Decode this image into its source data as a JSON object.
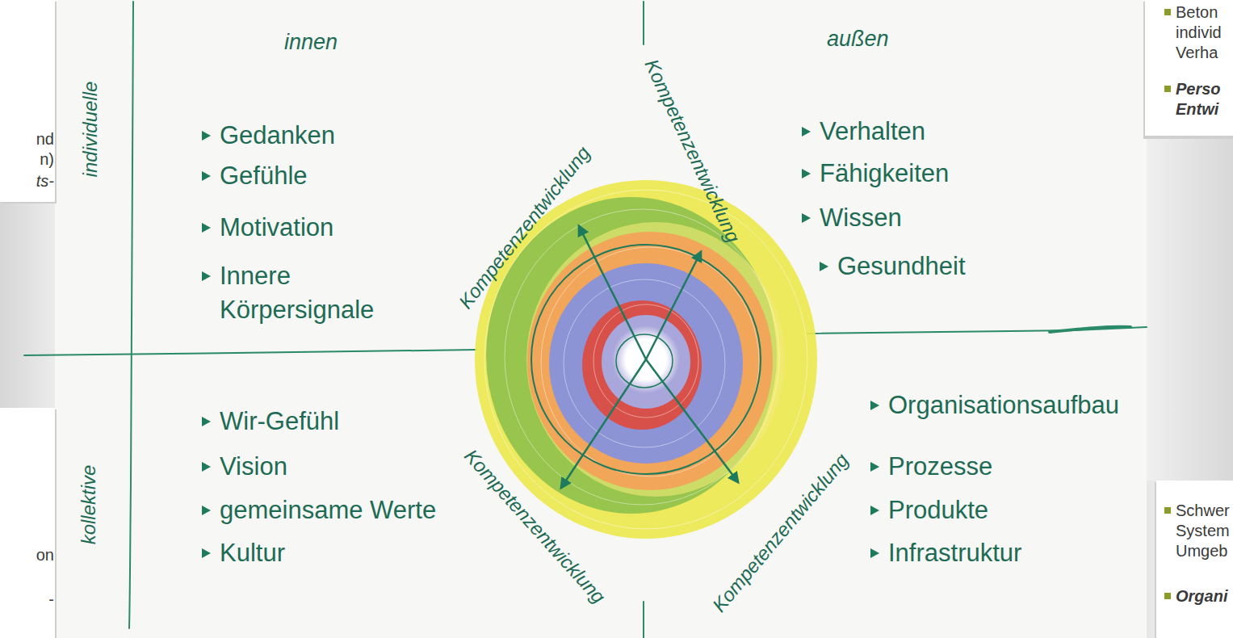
{
  "diagram": {
    "labels": [
      "nd n)",
      "ts-",
      "innen",
      "außen",
      "Beton individ Verha",
      "Perso Entwi",
      "individuelle",
      "Gedanken",
      "Gefühle",
      "Motivation",
      "Innere Körpersignale",
      "Verhalten",
      "Fähigkeiten",
      "Wissen",
      "Gesundheit",
      "Kompetenzentwicklung",
      "Kompetenzentwicklung",
      "Kompetenzentwicklung",
      "Kompetenzentwicklung",
      "kollektive",
      "Wir-Gefühl",
      "Vision",
      "gemeinsame Werte",
      "Kultur",
      "Organisationsaufbau",
      "Prozesse",
      "Produkte",
      "Infrastruktur",
      "on",
      "-",
      "Schwer System Umgeb",
      "Organi"
    ]
  }
}
